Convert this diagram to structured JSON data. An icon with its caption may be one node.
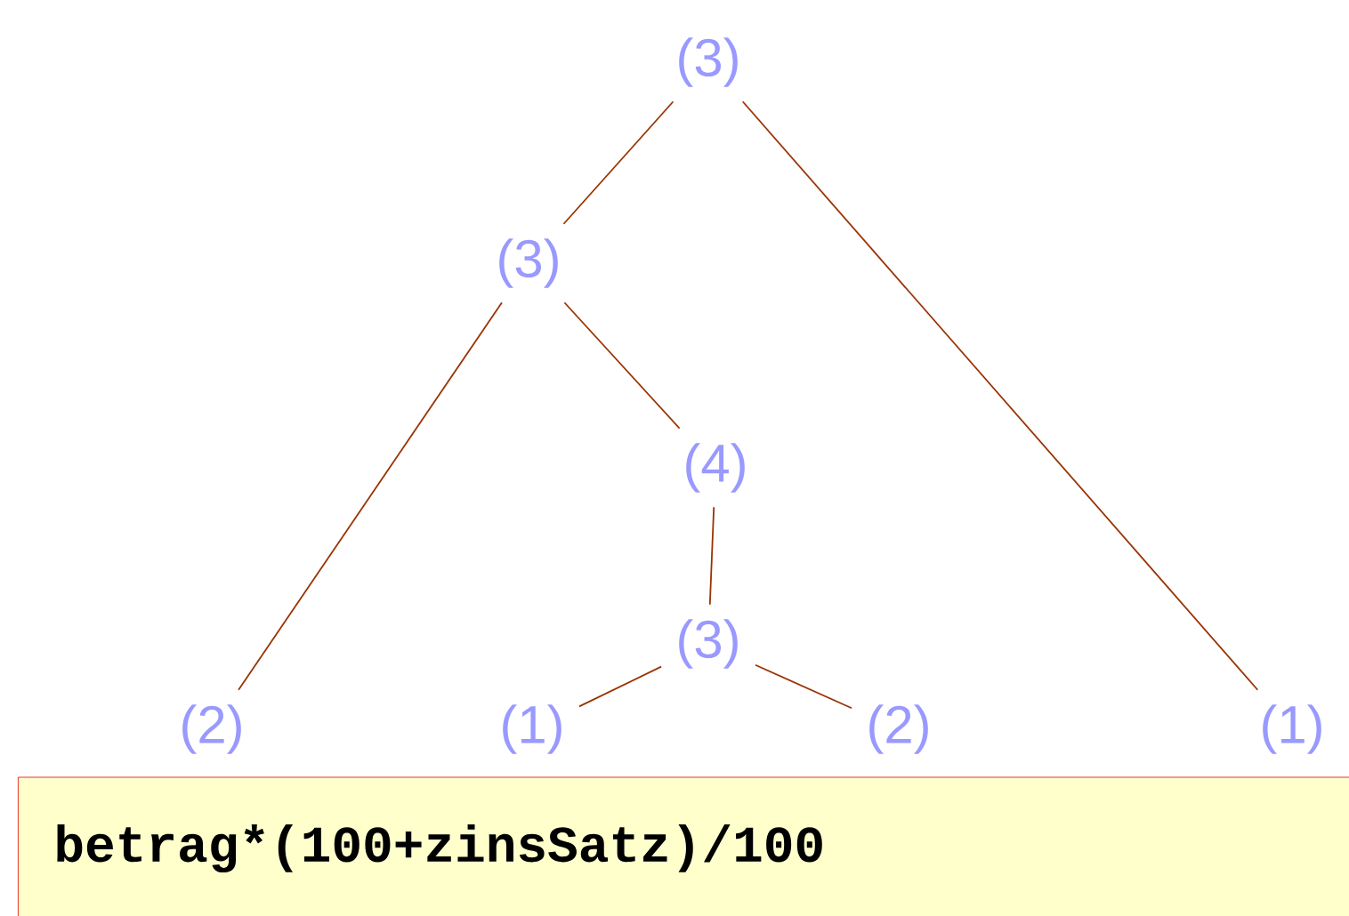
{
  "diagram": {
    "nodes": [
      {
        "text": [
          "(3)"
        ]
      },
      {
        "text": [
          "(3)"
        ]
      },
      {
        "text": [
          "(4)"
        ]
      },
      {
        "text": [
          "(3)"
        ]
      },
      {
        "text": [
          "(2)"
        ]
      },
      {
        "text": [
          "(1)"
        ]
      },
      {
        "text": [
          "(2)"
        ]
      },
      {
        "text": [
          "(1)"
        ]
      },
      {
        "text": [
          "betrag*(100+zinsSatz)/100"
        ]
      }
    ],
    "edges": [
      {
        "from": 0,
        "to": 1,
        "arrow": "none"
      },
      {
        "from": 0,
        "to": 7,
        "arrow": "none"
      },
      {
        "from": 1,
        "to": 4,
        "arrow": "none"
      },
      {
        "from": 1,
        "to": 2,
        "arrow": "none"
      },
      {
        "from": 2,
        "to": 3,
        "arrow": "none"
      },
      {
        "from": 3,
        "to": 5,
        "arrow": "none"
      },
      {
        "from": 3,
        "to": 6,
        "arrow": "none"
      }
    ]
  }
}
